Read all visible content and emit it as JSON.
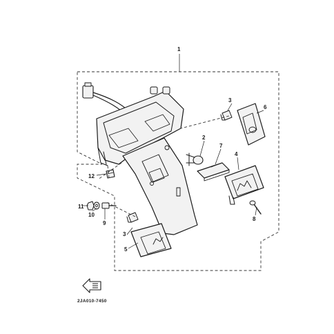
{
  "diagram": {
    "callouts": [
      "1",
      "2",
      "3",
      "3",
      "4",
      "5",
      "6",
      "7",
      "8",
      "9",
      "10",
      "11",
      "12"
    ],
    "figure_code": "2JA010-7450"
  }
}
